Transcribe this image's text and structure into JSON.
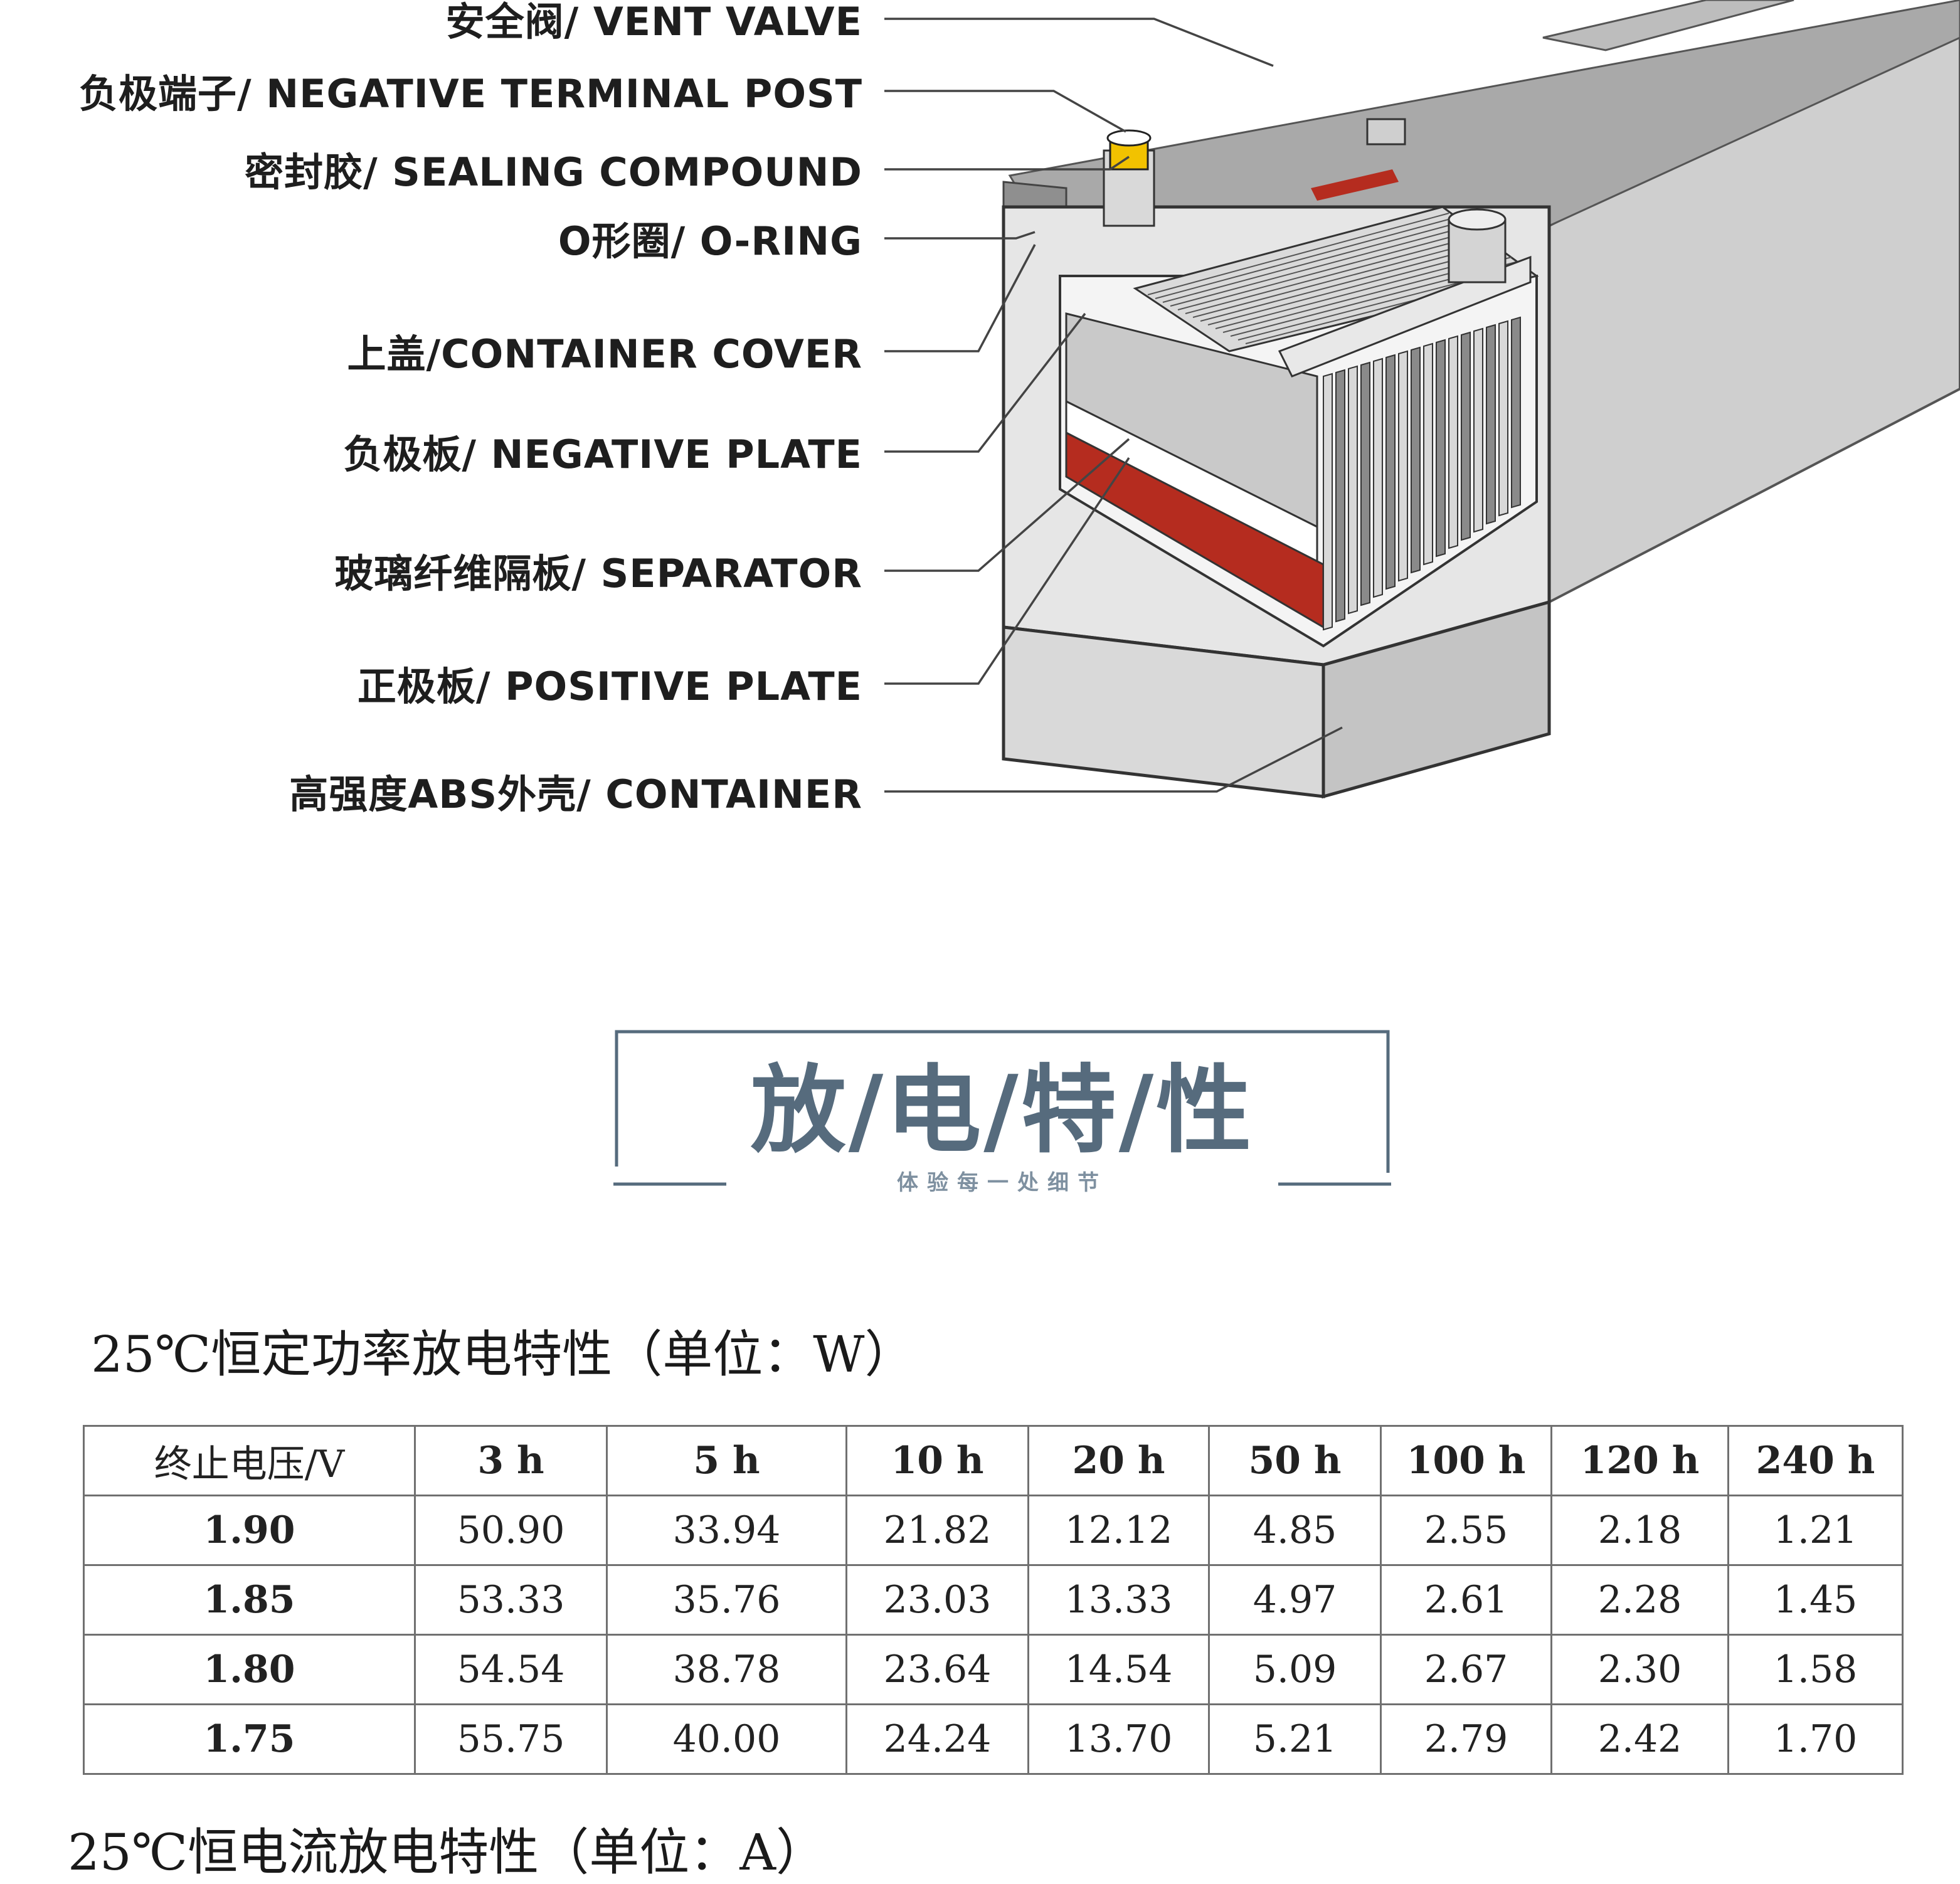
{
  "diagram": {
    "labels": [
      "安全阀/ VENT VALVE",
      "负极端子/ NEGATIVE TERMINAL POST",
      "密封胶/ SEALING COMPOUND",
      "O形圈/ O-RING",
      "上盖/CONTAINER COVER",
      "负极板/ NEGATIVE PLATE",
      "玻璃纤维隔板/ SEPARATOR",
      "正极板/ POSITIVE PLATE",
      "高强度ABS外壳/ CONTAINER"
    ],
    "colors": {
      "positive_plate": "#b52c1f",
      "terminal": "#f2c200",
      "case": "#cfcfcf",
      "case_dark": "#9a9a9a"
    }
  },
  "section": {
    "title": "放/电/特/性",
    "subtitle": "体验每一处细节",
    "accent": "#566b7d"
  },
  "power_table": {
    "title": "25℃恒定功率放电特性（单位：W）",
    "columns": [
      "终止电压/V",
      "3 h",
      "5 h",
      "10 h",
      "20 h",
      "50 h",
      "100 h",
      "120 h",
      "240 h"
    ],
    "rows": [
      [
        "1.90",
        "50.90",
        "33.94",
        "21.82",
        "12.12",
        "4.85",
        "2.55",
        "2.18",
        "1.21"
      ],
      [
        "1.85",
        "53.33",
        "35.76",
        "23.03",
        "13.33",
        "4.97",
        "2.61",
        "2.28",
        "1.45"
      ],
      [
        "1.80",
        "54.54",
        "38.78",
        "23.64",
        "14.54",
        "5.09",
        "2.67",
        "2.30",
        "1.58"
      ],
      [
        "1.75",
        "55.75",
        "40.00",
        "24.24",
        "13.70",
        "5.21",
        "2.79",
        "2.42",
        "1.70"
      ]
    ]
  },
  "current_table": {
    "title": "25℃恒电流放电特性（单位：A）"
  }
}
